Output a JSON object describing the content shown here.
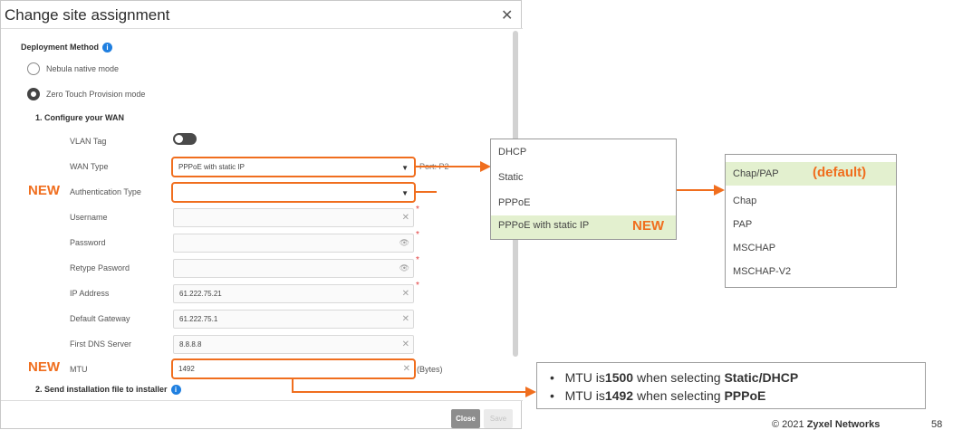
{
  "dialog": {
    "title": "Change site assignment",
    "close_glyph": "✕",
    "deployment_label": "Deployment Method",
    "info_glyph": "i",
    "mode_native": "Nebula native mode",
    "mode_ztp": "Zero Touch Provision mode",
    "section1": "1. Configure your WAN",
    "section2": "2. Send installation file to installer",
    "fields": {
      "vlan_tag": "VLAN Tag",
      "wan_type": "WAN Type",
      "wan_type_value": "PPPoE with static IP",
      "port_text": "Port: P2",
      "auth_type": "Authentication Type",
      "username": "Username",
      "password": "Password",
      "retype_password": "Retype Pasword",
      "ip_address": "IP Address",
      "ip_value": "61.222.75.21",
      "default_gateway": "Default Gateway",
      "gateway_value": "61.222.75.1",
      "first_dns": "First DNS Server",
      "dns_value": "8.8.8.8",
      "mtu": "MTU",
      "mtu_value": "1492",
      "bytes": "(Bytes)"
    },
    "buttons": {
      "close": "Close",
      "save": "Save"
    },
    "new_badge": "NEW",
    "required_mark": "*",
    "clear_glyph": "✕",
    "eye_glyph": "👁",
    "dropdown_glyph": "▼"
  },
  "wan_popup": {
    "options": [
      "DHCP",
      "Static",
      "PPPoE",
      "PPPoE with static IP"
    ],
    "new_badge": "NEW"
  },
  "auth_popup": {
    "options": [
      "Chap/PAP",
      "Chap",
      "PAP",
      "MSCHAP",
      "MSCHAP-V2"
    ],
    "default_note": "(default)"
  },
  "caption": {
    "line1_a": "MTU is",
    "line1_b": "1500",
    "line1_c": " when selecting ",
    "line1_d": "Static/DHCP",
    "line2_a": "MTU is",
    "line2_b": "1492",
    "line2_c": " when selecting ",
    "line2_d": "PPPoE"
  },
  "footer": {
    "copyright_a": "© 2021 ",
    "copyright_b": "Zyxel Networks",
    "page": "58"
  },
  "colors": {
    "accent_orange": "#f06e1e",
    "highlight_green": "#e3f0cf",
    "info_blue": "#1f7fe0"
  }
}
